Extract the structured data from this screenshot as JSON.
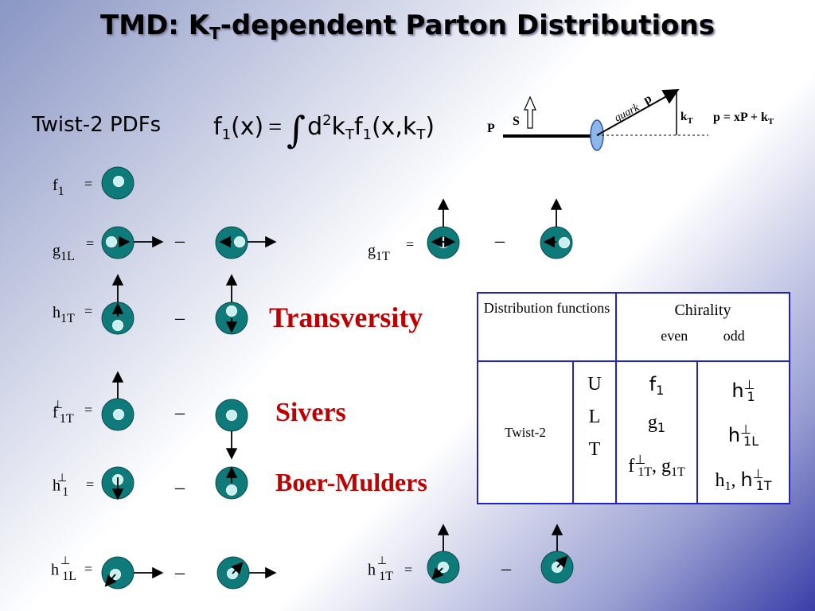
{
  "slide": {
    "title_main": "TMD: K",
    "title_sub": "T",
    "title_rest": "-dependent Parton Distributions"
  },
  "formula": {
    "twist_label": "Twist-2 PDFs",
    "lhs_f": "f",
    "lhs_sub": "1",
    "lhs_arg": "(x)",
    "equals": "=",
    "integral": "∫",
    "d": "d",
    "d_sup": "2",
    "k": "k",
    "k_sub": "T",
    "rhs_f": "f",
    "rhs_sub": "1",
    "rhs_arg_open": "(x,k",
    "rhs_arg_sub": "T",
    "rhs_arg_close": ")"
  },
  "kinematics": {
    "P": "P",
    "S": "S",
    "quark": "quark",
    "p": "p",
    "kT": "k",
    "kT_sub": "T",
    "relation": "p = xP + k",
    "relation_sub": "T"
  },
  "labels": {
    "f1": "f",
    "f1_sub": "1",
    "g1L": "g",
    "g1L_sub": "1L",
    "g1T": "g",
    "g1T_sub": "1T",
    "h1T": "h",
    "h1T_sub": "1T",
    "f1Tperp": "f",
    "f1Tperp_sub": "1T",
    "f1Tperp_sup": "⊥",
    "h1perp": "h",
    "h1perp_sub": "1",
    "h1perp_sup": "⊥",
    "h1Lperp": "h",
    "h1Lperp_sub": "1L",
    "h1Lperp_sup": "⊥",
    "h1Tperp": "h",
    "h1Tperp_sub": "1T",
    "h1Tperp_sup": "⊥",
    "eq": "=",
    "minus": "–"
  },
  "names": {
    "transversity": "Transversity",
    "sivers": "Sivers",
    "boer_mulders": "Boer-Mulders"
  },
  "table": {
    "header_left": "Distribution functions",
    "header_right": "Chirality",
    "even": "even",
    "odd": "odd",
    "row_label": "Twist-2",
    "U": "U",
    "L": "L",
    "T": "T",
    "even_U": "f",
    "even_U_sub": "1",
    "even_L": "g",
    "even_L_sub": "1",
    "even_T_a": "f",
    "even_T_a_sub": "1T",
    "even_T_a_sup": "⊥",
    "even_T_sep": ", ",
    "even_T_b": "g",
    "even_T_b_sub": "1T",
    "odd_U": "h",
    "odd_U_sub": "1",
    "odd_U_sup": "⊥",
    "odd_L": "h",
    "odd_L_sub": "1L",
    "odd_L_sup": "⊥",
    "odd_T_a": "h",
    "odd_T_a_sub": "1",
    "odd_T_sep": ", ",
    "odd_T_b": "h",
    "odd_T_b_sub": "1T",
    "odd_T_b_sup": "⊥"
  },
  "colors": {
    "nucleon": "#0f7a7a",
    "quark": "#c8f0f0",
    "accent_red": "#c00000",
    "table_border": "#2222cc"
  }
}
